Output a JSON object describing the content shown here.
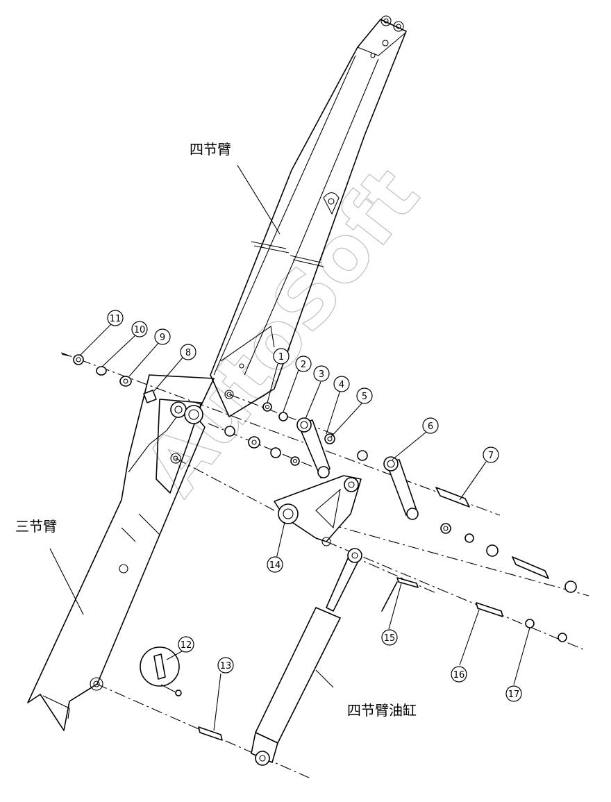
{
  "labels": {
    "fourth_arm": "四节臂",
    "third_arm": "三节臂",
    "fourth_arm_cylinder": "四节臂油缸"
  },
  "watermark": "AutoSoft",
  "callouts": [
    "1",
    "2",
    "3",
    "4",
    "5",
    "6",
    "7",
    "8",
    "9",
    "10",
    "11",
    "12",
    "13",
    "14",
    "15",
    "16",
    "17"
  ]
}
